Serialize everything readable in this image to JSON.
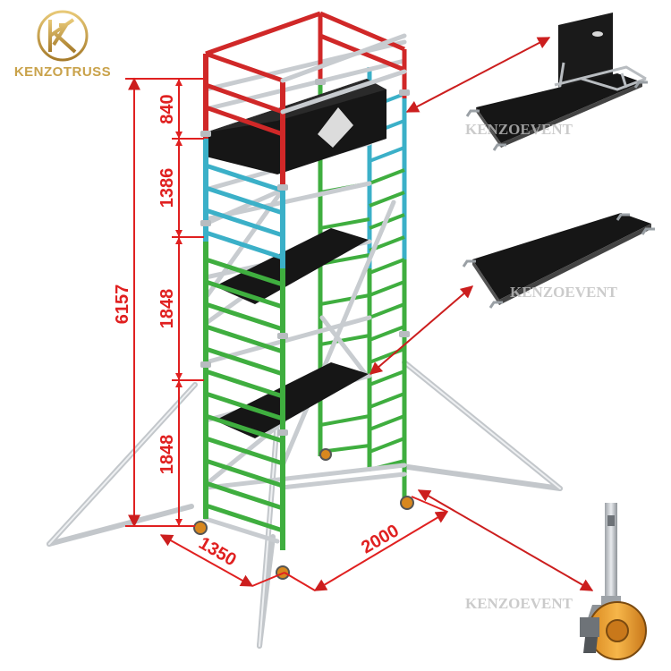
{
  "brand": {
    "name": "KENZOTRUSS",
    "color": "#c9a24a"
  },
  "watermarks": [
    "KENZOEVENT",
    "KENZOEVENT",
    "KENZOEVENT"
  ],
  "dimensions": {
    "total_height": "6157",
    "guardrail": "840",
    "section_top": "1386",
    "section_mid": "1848",
    "section_bottom": "1848",
    "width": "1350",
    "length": "2000"
  },
  "colors": {
    "dimension": "#e02020",
    "guardrail_frame": "#d02828",
    "upper_frame": "#3bb0c8",
    "lower_frame": "#3fae3f",
    "brace": "#c8ccd0",
    "platform": "#141414",
    "callout": "#cc1e1e"
  },
  "callouts": [
    {
      "label": "trapdoor-platform-detail"
    },
    {
      "label": "plain-platform-detail"
    },
    {
      "label": "castor-wheel-detail"
    }
  ]
}
